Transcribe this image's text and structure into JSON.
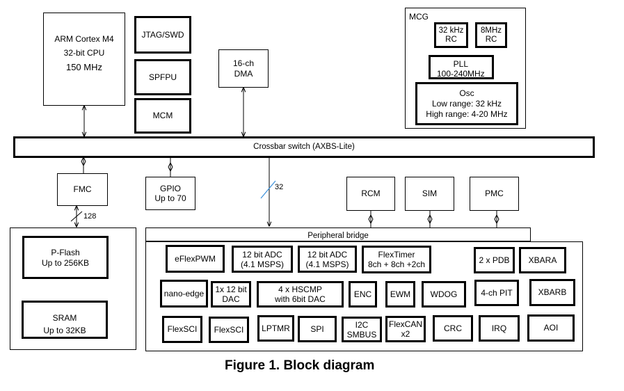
{
  "cpu": {
    "line1": "ARM Cortex M4",
    "line2": "32-bit CPU",
    "line3": "150 MHz"
  },
  "jtag": "JTAG/SWD",
  "spfpu": "SPFPU",
  "mcm": "MCM",
  "dma": {
    "line1": "16-ch",
    "line2": "DMA"
  },
  "mcg": {
    "title": "MCG",
    "rc32": {
      "line1": "32 kHz",
      "line2": "RC"
    },
    "rc8": {
      "line1": "8MHz",
      "line2": "RC"
    },
    "pll": {
      "line1": "PLL",
      "line2": "100-240MHz"
    },
    "osc": {
      "line1": "Osc",
      "line2": "Low range: 32 kHz",
      "line3": "High range: 4-20 MHz"
    }
  },
  "crossbar": "Crossbar switch (AXBS-Lite)",
  "fmc": "FMC",
  "gpio": {
    "line1": "GPIO",
    "line2": "Up to 70"
  },
  "bus_width_32": "32",
  "bus_width_128": "128",
  "rcm": "RCM",
  "sim": "SIM",
  "pmc": "PMC",
  "pflash": {
    "line1": "P-Flash",
    "line2": "Up to 256KB"
  },
  "sram": {
    "line1": "SRAM",
    "line2": "Up to 32KB"
  },
  "peripheral_bridge": "Peripheral bridge",
  "peripherals": {
    "eflexpwm": "eFlexPWM",
    "adc1": {
      "line1": "12 bit ADC",
      "line2": "(4.1 MSPS)"
    },
    "adc2": {
      "line1": "12 bit ADC",
      "line2": "(4.1 MSPS)"
    },
    "flextimer": {
      "line1": "FlexTimer",
      "line2": "8ch + 8ch +2ch"
    },
    "pdb": "2 x PDB",
    "xbara": "XBARA",
    "nanoedge": "nano-edge",
    "dac": {
      "line1": "1x 12 bit",
      "line2": "DAC"
    },
    "hscmp": {
      "line1": "4 x HSCMP",
      "line2": "with 6bit DAC"
    },
    "enc": "ENC",
    "ewm": "EWM",
    "wdog": "WDOG",
    "pit": "4-ch PIT",
    "xbarb": "XBARB",
    "flexsci1": "FlexSCI",
    "flexsci2": "FlexSCI",
    "lptmr": "LPTMR",
    "spi": "SPI",
    "i2c": {
      "line1": "I2C",
      "line2": "SMBUS"
    },
    "flexcan": {
      "line1": "FlexCAN",
      "line2": "x2"
    },
    "crc": "CRC",
    "irq": "IRQ",
    "aoi": "AOI"
  },
  "caption": "Figure 1. Block diagram"
}
